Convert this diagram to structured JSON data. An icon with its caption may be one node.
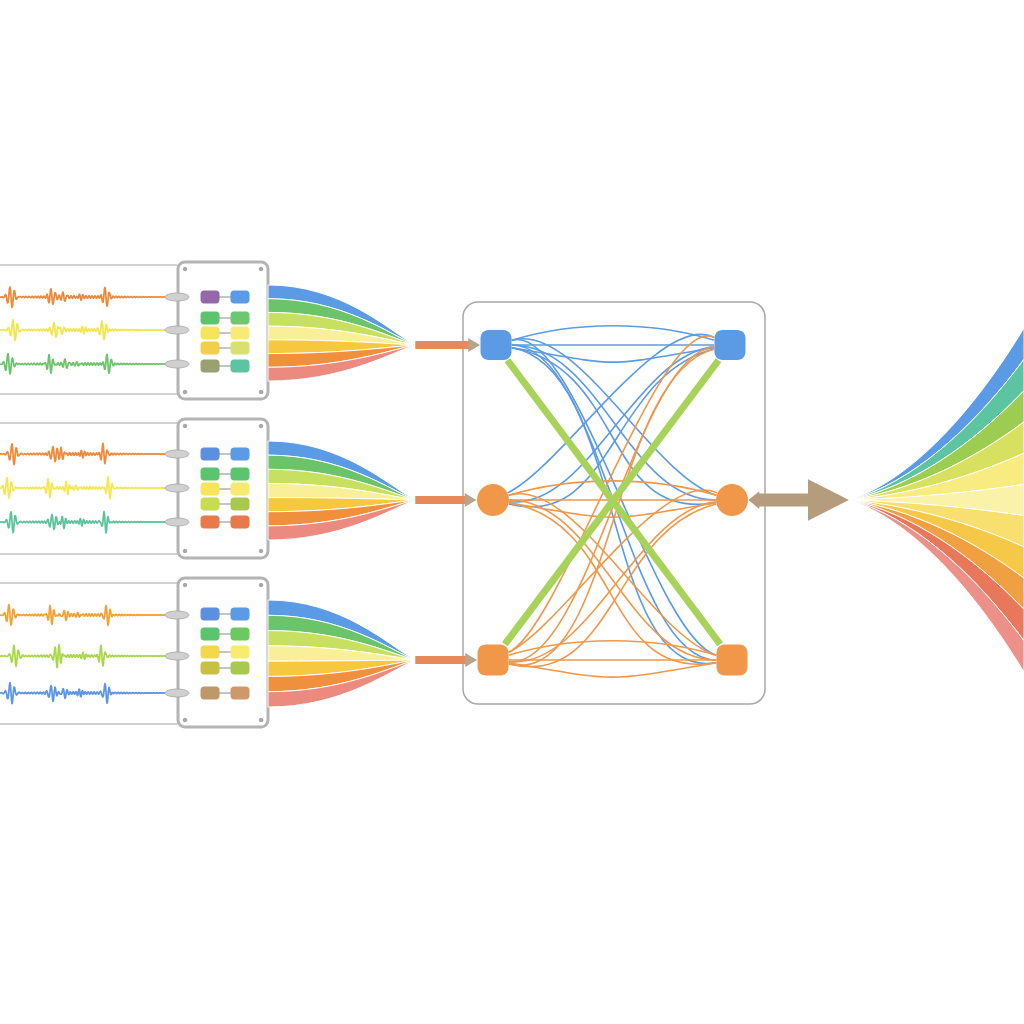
{
  "diagram": {
    "nodes": [
      {
        "text": [],
        "shape": "box"
      },
      {
        "text": [],
        "shape": "box"
      },
      {
        "text": [],
        "shape": "fan"
      },
      {
        "text": [],
        "shape": "box"
      },
      {
        "text": [],
        "shape": "box"
      },
      {
        "text": [],
        "shape": "fan"
      },
      {
        "text": [],
        "shape": "box"
      },
      {
        "text": [],
        "shape": "box"
      },
      {
        "text": [],
        "shape": "fan"
      },
      {
        "text": [],
        "shape": "box"
      },
      {
        "text": [],
        "shape": "box",
        "in": 9
      },
      {
        "text": [],
        "shape": "box",
        "in": 9
      },
      {
        "text": [],
        "shape": "circle",
        "in": 9
      },
      {
        "text": [],
        "shape": "circle",
        "in": 9
      },
      {
        "text": [],
        "shape": "box",
        "in": 9
      },
      {
        "text": [],
        "shape": "box",
        "in": 9
      },
      {
        "text": [],
        "shape": "fan"
      }
    ],
    "edges": [
      {
        "from": 2,
        "to": 10,
        "arrow": "to",
        "style": "thick",
        "color": "#e8895a"
      },
      {
        "from": 5,
        "to": 12,
        "arrow": "to",
        "style": "thick",
        "color": "#e8895a"
      },
      {
        "from": 8,
        "to": 14,
        "arrow": "to",
        "style": "thick",
        "color": "#e8895a"
      },
      {
        "from": 10,
        "to": 11,
        "arrow": "none",
        "color": "#5b9be6"
      },
      {
        "from": 10,
        "to": 11,
        "arrow": "none",
        "color": "#5b9be6"
      },
      {
        "from": 10,
        "to": 11,
        "arrow": "none",
        "color": "#5b9be6"
      },
      {
        "from": 10,
        "to": 13,
        "arrow": "none",
        "color": "#5b9be6"
      },
      {
        "from": 10,
        "to": 13,
        "arrow": "none",
        "color": "#5b9be6"
      },
      {
        "from": 10,
        "to": 13,
        "arrow": "none",
        "color": "#5b9be6"
      },
      {
        "from": 10,
        "to": 15,
        "arrow": "none",
        "color": "#5b9be6"
      },
      {
        "from": 10,
        "to": 15,
        "arrow": "none",
        "color": "#5b9be6"
      },
      {
        "from": 10,
        "to": 15,
        "arrow": "none",
        "color": "#5b9be6"
      },
      {
        "from": 12,
        "to": 11,
        "arrow": "none",
        "color": "#5b9be6"
      },
      {
        "from": 12,
        "to": 11,
        "arrow": "none",
        "color": "#5b9be6"
      },
      {
        "from": 12,
        "to": 11,
        "arrow": "none",
        "color": "#5b9be6"
      },
      {
        "from": 12,
        "to": 13,
        "arrow": "none"
      },
      {
        "from": 12,
        "to": 13,
        "arrow": "none"
      },
      {
        "from": 12,
        "to": 13,
        "arrow": "none"
      },
      {
        "from": 12,
        "to": 15,
        "arrow": "none"
      },
      {
        "from": 12,
        "to": 15,
        "arrow": "none"
      },
      {
        "from": 12,
        "to": 15,
        "arrow": "none"
      },
      {
        "from": 14,
        "to": 11,
        "arrow": "none"
      },
      {
        "from": 14,
        "to": 11,
        "arrow": "none"
      },
      {
        "from": 14,
        "to": 11,
        "arrow": "none"
      },
      {
        "from": 14,
        "to": 13,
        "arrow": "none"
      },
      {
        "from": 14,
        "to": 13,
        "arrow": "none"
      },
      {
        "from": 14,
        "to": 13,
        "arrow": "none"
      },
      {
        "from": 14,
        "to": 15,
        "arrow": "none"
      },
      {
        "from": 14,
        "to": 15,
        "arrow": "none"
      },
      {
        "from": 14,
        "to": 15,
        "arrow": "none"
      },
      {
        "from": 10,
        "to": 15,
        "arrow": "none",
        "style": "thick",
        "color": "#a8d35a"
      },
      {
        "from": 14,
        "to": 11,
        "arrow": "none",
        "style": "thick",
        "color": "#a8d35a"
      },
      {
        "from": 13,
        "to": 16,
        "arrow": "both",
        "style": "thick",
        "color": "#b59c7d"
      }
    ]
  }
}
